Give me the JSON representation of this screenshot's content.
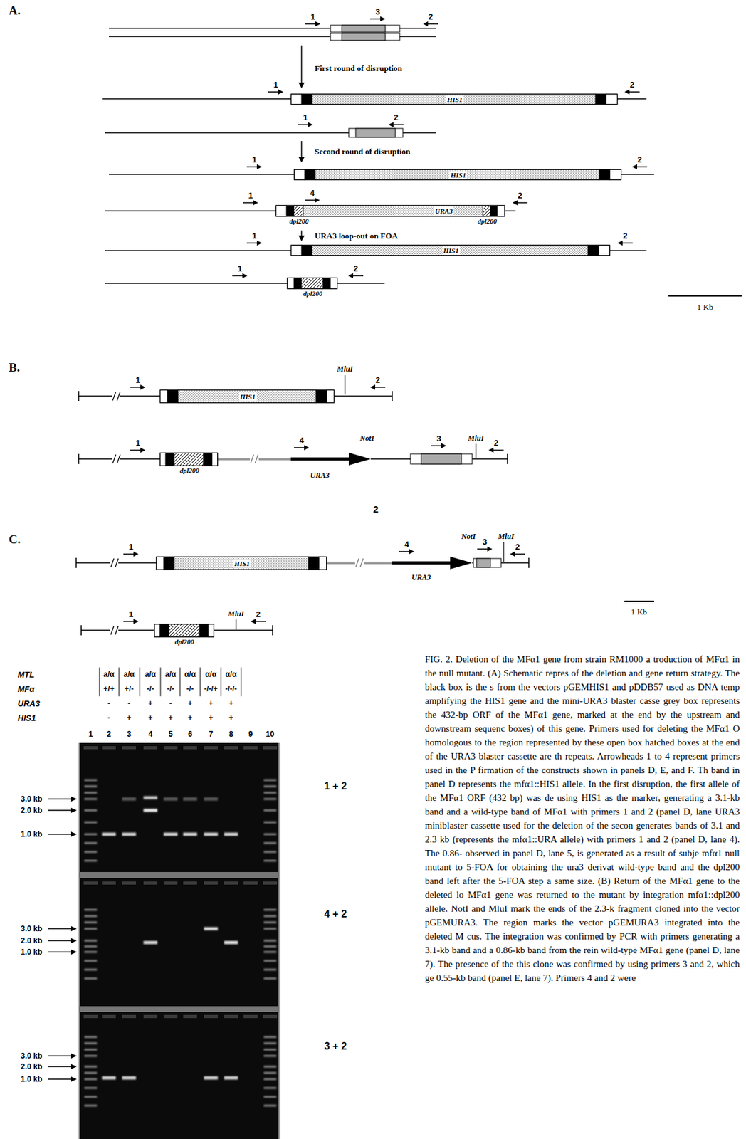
{
  "diagram": {
    "caption": "FIG. 2. Deletion of the MFα1 gene from strain RM1000 a troduction of MFα1 in the null mutant. (A) Schematic repres of the deletion and gene return strategy. The black box is the s from the vectors pGEMHIS1 and pDDB57 used as DNA temp amplifying the HIS1 gene and the mini-URA3 blaster casse grey box represents the 432-bp ORF of the MFα1 gene, marked at the end by the upstream and downstream sequenc boxes) of this gene. Primers used for deleting the MFα1 O homologous to the region represented by these open box hatched boxes at the end of the URA3 blaster cassette are th repeats. Arrowheads 1 to 4 represent primers used in the P firmation of the constructs shown in panels D, E, and F. Th band in panel D represents the mfα1::HIS1 allele. In the first disruption, the first allele of the MFα1 ORF (432 bp) was de using HIS1 as the marker, generating a 3.1-kb band and a wild-type band of MFα1 with primers 1 and 2 (panel D, lane URA3 miniblaster cassette used for the deletion of the secon generates bands of 3.1 and 2.3 kb (represents the mfα1::URA allele) with primers 1 and 2 (panel D, lane 4). The 0.86- observed in panel D, lane 5, is generated as a result of subje mfα1 null mutant to 5-FOA for obtaining the ura3 derivat wild-type band and the dpl200 band left after the 5-FOA step a same size. (B) Return of the MFα1 gene to the deleted lo MFα1 gene was returned to the mutant by integration mfα1::dpl200 allele. NotI and MluI mark the ends of the 2.3-k fragment cloned into the vector pGEMURA3. The region marks the vector pGEMURA3 integrated into the deleted M cus. The integration was confirmed by PCR with primers generating a 3.1-kb band and a 0.86-kb band from the rein wild-type MFα1 gene (panel D, lane 7). The presence of the this clone was confirmed by using primers 3 and 2, which ge 0.55-kb band (panel E, lane 7). Primers 4 and 2 were",
    "nodes": [
      {
        "text": [
          "HIS1"
        ]
      },
      {
        "text": [
          "HIS1"
        ]
      },
      {
        "text": [
          "URA3",
          "dpl200",
          "dpl200"
        ]
      },
      {
        "text": [
          "HIS1"
        ]
      },
      {
        "text": [
          "dpl200"
        ]
      },
      {
        "text": [
          "HIS1"
        ]
      },
      {
        "text": [
          "dpl200"
        ]
      },
      {
        "text": [
          "HIS1"
        ]
      },
      {
        "text": [
          "dpl200"
        ]
      }
    ],
    "labels": [
      "A.",
      "1",
      "3",
      "2",
      "First round of disruption",
      "1",
      "2",
      "1",
      "2",
      "Second round of disruption",
      "1",
      "2",
      "1",
      "4",
      "2",
      "URA3 loop-out on FOA",
      "1",
      "2",
      "1",
      "2",
      "1 Kb",
      "B.",
      "1",
      "MluI",
      "2",
      "1",
      "4",
      "URA3",
      "NotI",
      "3",
      "MluI",
      "2",
      "2",
      "C.",
      "1",
      "4",
      "URA3",
      "NotI",
      "3",
      "MluI",
      "2",
      "1",
      "MluI",
      "2",
      "1 Kb",
      "MTL",
      "MFα",
      "URA3",
      "HIS1",
      "a/α",
      "a/α",
      "a/α",
      "a/α",
      "α/α",
      "α/α",
      "α/α",
      "+/+",
      "+/-",
      "-/-",
      "-/-",
      "-/-",
      "-/-/+",
      "-/-/-",
      "-",
      "-",
      "+",
      "-",
      "+",
      "+",
      "+",
      "-",
      "+",
      "+",
      "+",
      "+",
      "+",
      "+",
      "1",
      "2",
      "3",
      "4",
      "5",
      "6",
      "7",
      "8",
      "9",
      "10",
      "3.0 kb",
      "2.0 kb",
      "1.0 kb",
      "3.0 kb",
      "2.0 kb",
      "1.0 kb",
      "3.0 kb",
      "2.0 kb",
      "1.0 kb",
      "1 + 2",
      "4 + 2",
      "3 + 2"
    ]
  }
}
